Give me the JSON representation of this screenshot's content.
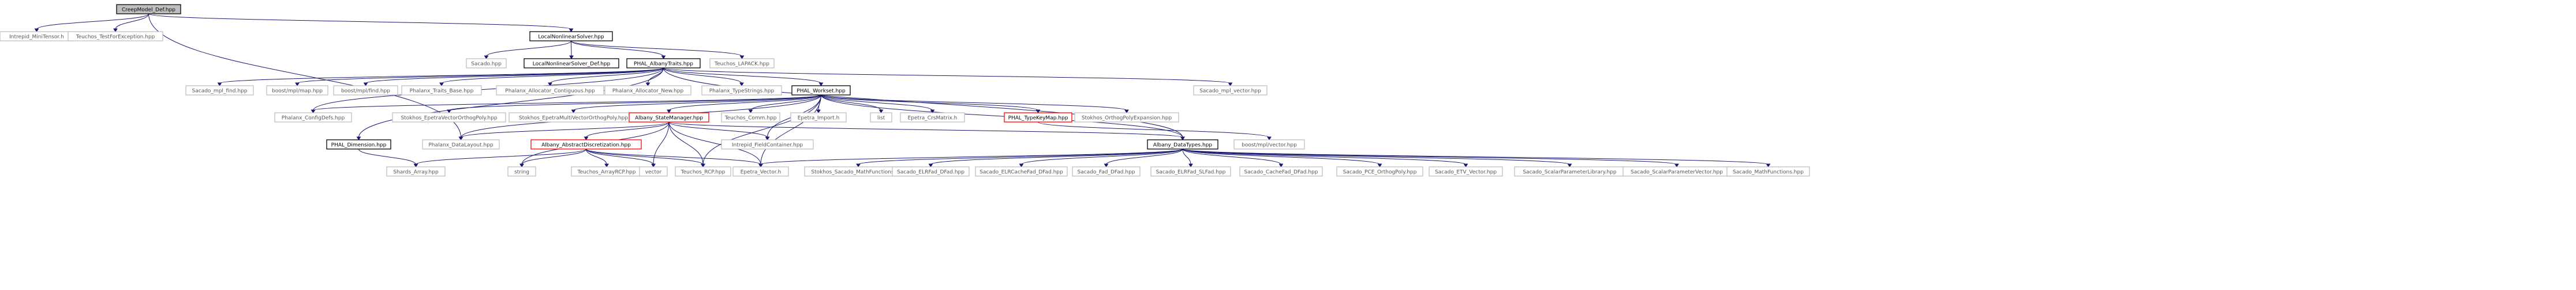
{
  "graph": {
    "colors": {
      "edge": "#191970",
      "node_border": "#bfbfbf",
      "documented_border": "#000000",
      "incomplete_border": "#ff0000",
      "root_fill": "#bfbfbf",
      "node_fill": "#ffffff",
      "text_plain": "#555555",
      "text_strong": "#000000"
    },
    "nodes": [
      {
        "id": "creep",
        "label": "CreepModel_Def.hpp",
        "kind": "root"
      },
      {
        "id": "intrepid_mini",
        "label": "Intrepid_MiniTensor.h",
        "kind": "plain"
      },
      {
        "id": "teuchos_test",
        "label": "Teuchos_TestForException.hpp",
        "kind": "plain"
      },
      {
        "id": "localnl",
        "label": "LocalNonlinearSolver.hpp",
        "kind": "documented"
      },
      {
        "id": "sacado",
        "label": "Sacado.hpp",
        "kind": "plain"
      },
      {
        "id": "localnl_def",
        "label": "LocalNonlinearSolver_Def.hpp",
        "kind": "documented"
      },
      {
        "id": "phal_traits",
        "label": "PHAL_AlbanyTraits.hpp",
        "kind": "documented"
      },
      {
        "id": "teuchos_lapack",
        "label": "Teuchos_LAPACK.hpp",
        "kind": "plain"
      },
      {
        "id": "sacado_mpl_find",
        "label": "Sacado_mpl_find.hpp",
        "kind": "plain"
      },
      {
        "id": "boost_map",
        "label": "boost/mpl/map.hpp",
        "kind": "plain"
      },
      {
        "id": "boost_find",
        "label": "boost/mpl/find.hpp",
        "kind": "plain"
      },
      {
        "id": "phalanx_traits_base",
        "label": "Phalanx_Traits_Base.hpp",
        "kind": "plain"
      },
      {
        "id": "phalanx_alloc_contig",
        "label": "Phalanx_Allocator_Contiguous.hpp",
        "kind": "plain"
      },
      {
        "id": "phalanx_alloc_new",
        "label": "Phalanx_Allocator_New.hpp",
        "kind": "plain"
      },
      {
        "id": "phalanx_typestrings",
        "label": "Phalanx_TypeStrings.hpp",
        "kind": "plain"
      },
      {
        "id": "phal_workset",
        "label": "PHAL_Workset.hpp",
        "kind": "documented"
      },
      {
        "id": "sacado_mpl_vector",
        "label": "Sacado_mpl_vector.hpp",
        "kind": "plain"
      },
      {
        "id": "phalanx_configdefs",
        "label": "Phalanx_ConfigDefs.hpp",
        "kind": "plain"
      },
      {
        "id": "stokhos_epetra_vec",
        "label": "Stokhos_EpetraVectorOrthogPoly.hpp",
        "kind": "plain"
      },
      {
        "id": "stokhos_epetra_mv",
        "label": "Stokhos_EpetraMultiVectorOrthogPoly.hpp",
        "kind": "plain"
      },
      {
        "id": "albany_state",
        "label": "Albany_StateManager.hpp",
        "kind": "incomplete"
      },
      {
        "id": "teuchos_comm",
        "label": "Teuchos_Comm.hpp",
        "kind": "plain"
      },
      {
        "id": "epetra_import",
        "label": "Epetra_Import.h",
        "kind": "plain"
      },
      {
        "id": "list",
        "label": "list",
        "kind": "plain"
      },
      {
        "id": "epetra_crs",
        "label": "Epetra_CrsMatrix.h",
        "kind": "plain"
      },
      {
        "id": "phal_typekeymap",
        "label": "PHAL_TypeKeyMap.hpp",
        "kind": "incomplete"
      },
      {
        "id": "stokhos_ortho_exp",
        "label": "Stokhos_OrthogPolyExpansion.hpp",
        "kind": "plain"
      },
      {
        "id": "phal_dimension",
        "label": "PHAL_Dimension.hpp",
        "kind": "documented"
      },
      {
        "id": "phalanx_datalayout",
        "label": "Phalanx_DataLayout.hpp",
        "kind": "plain"
      },
      {
        "id": "albany_absdisc",
        "label": "Albany_AbstractDiscretization.hpp",
        "kind": "incomplete"
      },
      {
        "id": "intrepid_fc",
        "label": "Intrepid_FieldContainer.hpp",
        "kind": "plain"
      },
      {
        "id": "albany_datatypes",
        "label": "Albany_DataTypes.hpp",
        "kind": "documented"
      },
      {
        "id": "boost_vector",
        "label": "boost/mpl/vector.hpp",
        "kind": "plain"
      },
      {
        "id": "shards_array",
        "label": "Shards_Array.hpp",
        "kind": "plain"
      },
      {
        "id": "string",
        "label": "string",
        "kind": "plain"
      },
      {
        "id": "teuchos_arrayrcp",
        "label": "Teuchos_ArrayRCP.hpp",
        "kind": "plain"
      },
      {
        "id": "vector",
        "label": "vector",
        "kind": "plain"
      },
      {
        "id": "teuchos_rcp",
        "label": "Teuchos_RCP.hpp",
        "kind": "plain"
      },
      {
        "id": "epetra_vector",
        "label": "Epetra_Vector.h",
        "kind": "plain"
      },
      {
        "id": "stokhos_sacado_math",
        "label": "Stokhos_Sacado_MathFunctions.hpp",
        "kind": "plain"
      },
      {
        "id": "sacado_elrfad",
        "label": "Sacado_ELRFad_DFad.hpp",
        "kind": "plain"
      },
      {
        "id": "sacado_elrcache",
        "label": "Sacado_ELRCacheFad_DFad.hpp",
        "kind": "plain"
      },
      {
        "id": "sacado_fad",
        "label": "Sacado_Fad_DFad.hpp",
        "kind": "plain"
      },
      {
        "id": "sacado_elrfad_sl",
        "label": "Sacado_ELRFad_SLFad.hpp",
        "kind": "plain"
      },
      {
        "id": "sacado_cache",
        "label": "Sacado_CacheFad_DFad.hpp",
        "kind": "plain"
      },
      {
        "id": "sacado_pce",
        "label": "Sacado_PCE_OrthogPoly.hpp",
        "kind": "plain"
      },
      {
        "id": "sacado_etv",
        "label": "Sacado_ETV_Vector.hpp",
        "kind": "plain"
      },
      {
        "id": "sacado_splib",
        "label": "Sacado_ScalarParameterLibrary.hpp",
        "kind": "plain"
      },
      {
        "id": "sacado_spvec",
        "label": "Sacado_ScalarParameterVector.hpp",
        "kind": "plain"
      },
      {
        "id": "sacado_math",
        "label": "Sacado_MathFunctions.hpp",
        "kind": "plain"
      }
    ],
    "edges": [
      [
        "creep",
        "intrepid_mini"
      ],
      [
        "creep",
        "teuchos_test"
      ],
      [
        "creep",
        "localnl"
      ],
      [
        "creep",
        "phalanx_datalayout"
      ],
      [
        "localnl",
        "sacado"
      ],
      [
        "localnl",
        "localnl_def"
      ],
      [
        "localnl",
        "phal_traits"
      ],
      [
        "localnl",
        "teuchos_lapack"
      ],
      [
        "phal_traits",
        "sacado_mpl_find"
      ],
      [
        "phal_traits",
        "boost_map"
      ],
      [
        "phal_traits",
        "boost_find"
      ],
      [
        "phal_traits",
        "phalanx_traits_base"
      ],
      [
        "phal_traits",
        "phalanx_alloc_contig"
      ],
      [
        "phal_traits",
        "phalanx_alloc_new"
      ],
      [
        "phal_traits",
        "phalanx_typestrings"
      ],
      [
        "phal_traits",
        "phal_workset"
      ],
      [
        "phal_traits",
        "sacado_mpl_vector"
      ],
      [
        "phal_traits",
        "phalanx_configdefs"
      ],
      [
        "phal_traits",
        "albany_datatypes"
      ],
      [
        "phal_traits",
        "phal_dimension"
      ],
      [
        "phal_workset",
        "phalanx_configdefs"
      ],
      [
        "phal_workset",
        "stokhos_epetra_vec"
      ],
      [
        "phal_workset",
        "stokhos_epetra_mv"
      ],
      [
        "phal_workset",
        "albany_state"
      ],
      [
        "phal_workset",
        "teuchos_comm"
      ],
      [
        "phal_workset",
        "epetra_import"
      ],
      [
        "phal_workset",
        "list"
      ],
      [
        "phal_workset",
        "epetra_crs"
      ],
      [
        "phal_workset",
        "phal_typekeymap"
      ],
      [
        "phal_workset",
        "stokhos_ortho_exp"
      ],
      [
        "phal_workset",
        "albany_datatypes"
      ],
      [
        "phal_workset",
        "intrepid_fc"
      ],
      [
        "phal_workset",
        "teuchos_rcp"
      ],
      [
        "phal_workset",
        "epetra_vector"
      ],
      [
        "phal_workset",
        "phalanx_datalayout"
      ],
      [
        "albany_state",
        "phalanx_datalayout"
      ],
      [
        "albany_state",
        "albany_absdisc"
      ],
      [
        "albany_state",
        "intrepid_fc"
      ],
      [
        "albany_state",
        "albany_datatypes"
      ],
      [
        "albany_state",
        "string"
      ],
      [
        "albany_state",
        "vector"
      ],
      [
        "albany_state",
        "teuchos_rcp"
      ],
      [
        "albany_state",
        "epetra_vector"
      ],
      [
        "albany_absdisc",
        "shards_array"
      ],
      [
        "albany_absdisc",
        "string"
      ],
      [
        "albany_absdisc",
        "teuchos_arrayrcp"
      ],
      [
        "albany_absdisc",
        "vector"
      ],
      [
        "albany_absdisc",
        "teuchos_rcp"
      ],
      [
        "albany_absdisc",
        "epetra_vector"
      ],
      [
        "phal_dimension",
        "shards_array"
      ],
      [
        "phal_typekeymap",
        "boost_vector"
      ],
      [
        "albany_datatypes",
        "epetra_vector"
      ],
      [
        "albany_datatypes",
        "stokhos_sacado_math"
      ],
      [
        "albany_datatypes",
        "sacado_elrfad"
      ],
      [
        "albany_datatypes",
        "sacado_elrcache"
      ],
      [
        "albany_datatypes",
        "sacado_fad"
      ],
      [
        "albany_datatypes",
        "sacado_elrfad_sl"
      ],
      [
        "albany_datatypes",
        "sacado_cache"
      ],
      [
        "albany_datatypes",
        "sacado_pce"
      ],
      [
        "albany_datatypes",
        "sacado_etv"
      ],
      [
        "albany_datatypes",
        "sacado_splib"
      ],
      [
        "albany_datatypes",
        "sacado_spvec"
      ],
      [
        "albany_datatypes",
        "sacado_math"
      ]
    ]
  }
}
